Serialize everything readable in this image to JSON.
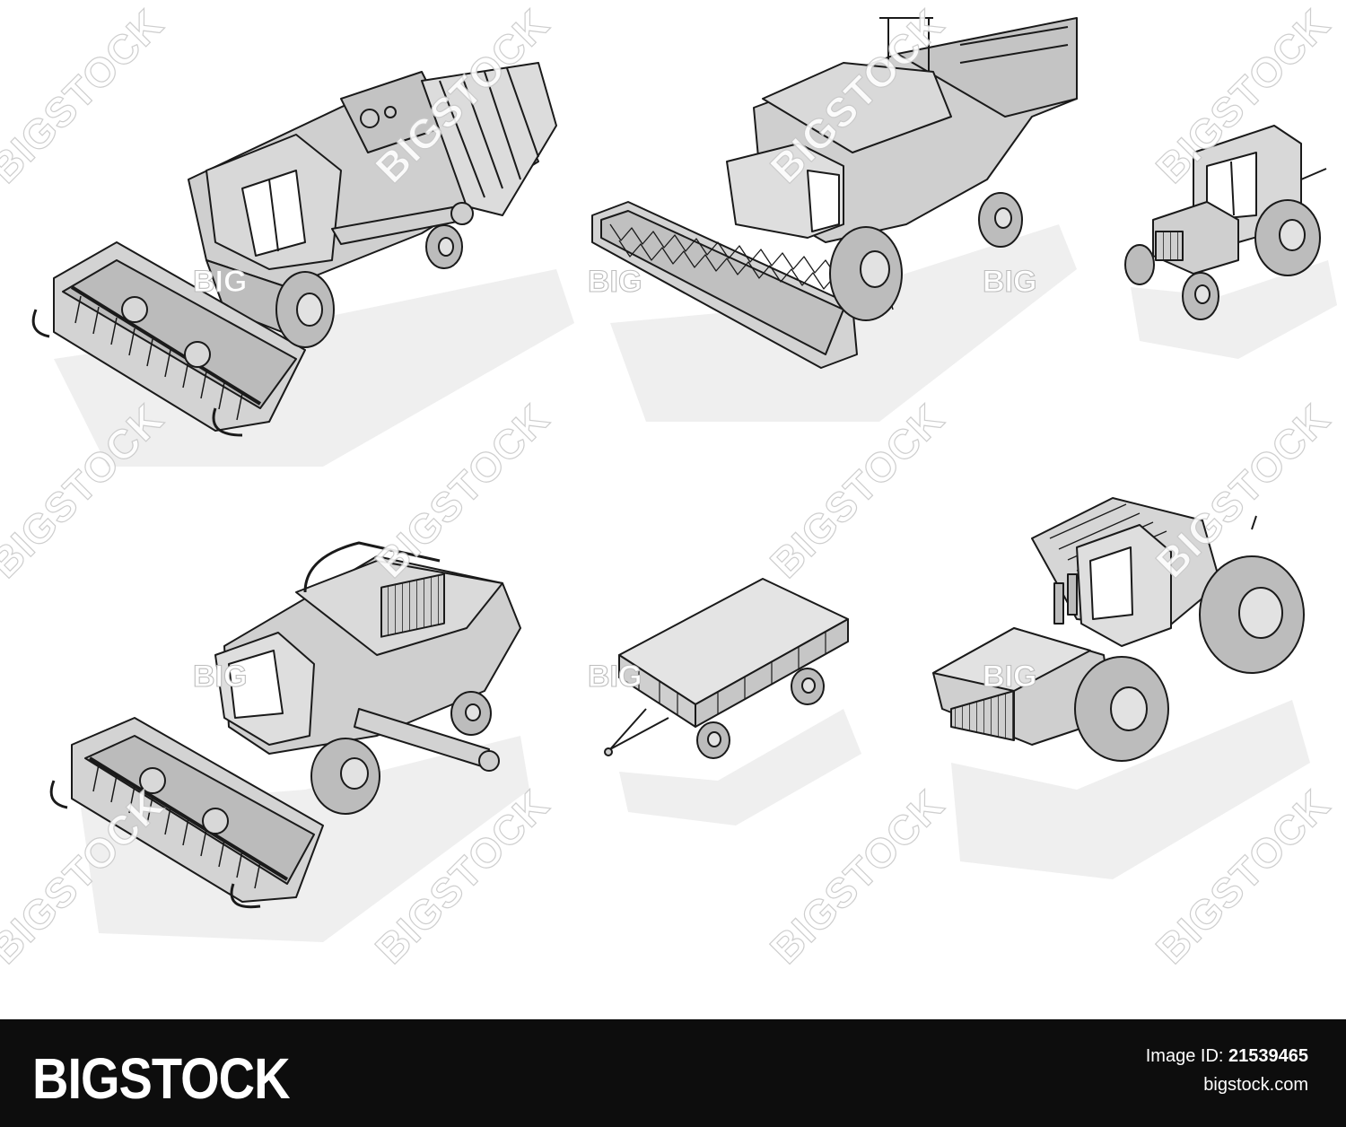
{
  "watermark": {
    "text": "BIGSTOCK",
    "short_text": "BIG"
  },
  "vehicles": [
    {
      "id": "combine-harvester-1",
      "icon": "combine-harvester-icon"
    },
    {
      "id": "combine-harvester-2",
      "icon": "combine-harvester-icon"
    },
    {
      "id": "small-tractor",
      "icon": "tractor-icon"
    },
    {
      "id": "combine-harvester-3",
      "icon": "combine-harvester-icon"
    },
    {
      "id": "farm-trailer",
      "icon": "trailer-icon"
    },
    {
      "id": "large-tractor",
      "icon": "tractor-icon"
    }
  ],
  "footer": {
    "logo": "BIGSTOCK",
    "image_id_label": "Image ID:",
    "image_id_value": "21539465",
    "site": "bigstock.com"
  },
  "colors": {
    "line": "#1a1a1a",
    "fill": "#cfcfcf",
    "shadow": "#ececec",
    "footer_bg": "#0d0d0d"
  }
}
